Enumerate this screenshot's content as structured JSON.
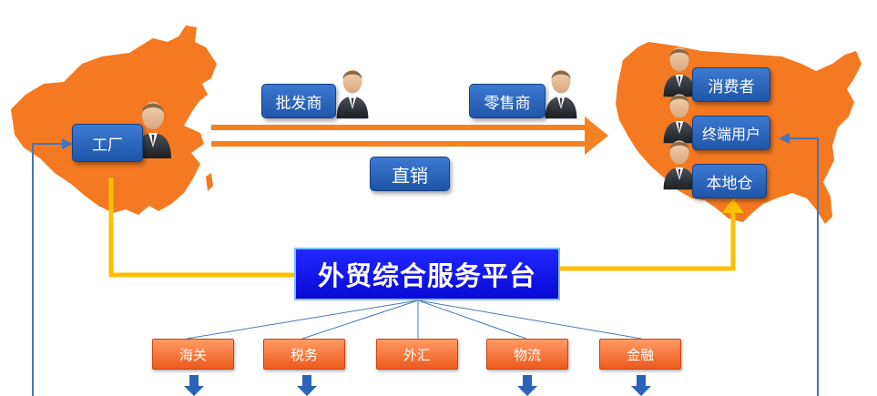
{
  "diagram": {
    "platform_label": "外贸综合服务平台",
    "direct_sales_label": "直销",
    "china_nodes": {
      "factory": "工厂"
    },
    "middlemen": {
      "wholesaler": "批发商",
      "retailer": "零售商"
    },
    "us_nodes": {
      "consumer": "消费者",
      "end_user": "终端用户",
      "local_warehouse": "本地仓"
    },
    "services": [
      "海关",
      "税务",
      "外汇",
      "物流",
      "金融"
    ]
  },
  "colors": {
    "map_orange": "#f47920",
    "arrow_orange": "#f58220",
    "connector_yellow": "#ffc000",
    "box_blue": "#2a63b8",
    "platform_blue": "#0f10e8",
    "service_orange": "#f36c2c",
    "outline_blue": "#4a74b8"
  }
}
